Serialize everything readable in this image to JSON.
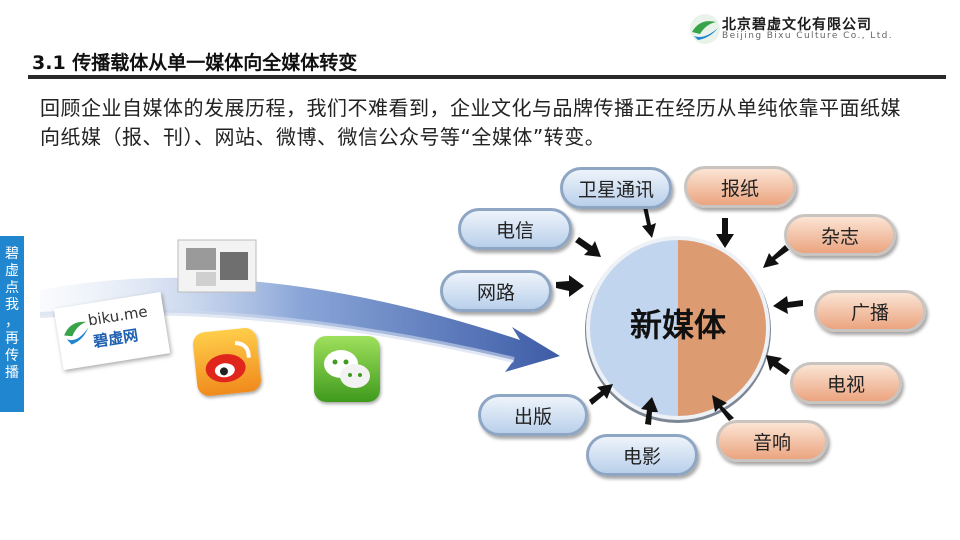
{
  "header": {
    "company_cn": "北京碧虚文化有限公司",
    "company_en": "Beijing Bixu Culture Co., Ltd.",
    "title": "3.1  传播载体从单一媒体向全媒体转变"
  },
  "intro": "回顾企业自媒体的发展历程，我们不难看到，企业文化与品牌传播正在经历从单纯依靠平面纸媒向纸媒（报、刊）、网站、微博、微信公众号等“全媒体”转变。",
  "side_tab": [
    "碧",
    "虚",
    "点",
    "我",
    "，",
    "再",
    "传",
    "播"
  ],
  "hub": {
    "label": "新媒体"
  },
  "biku_card": {
    "en": "biku.me",
    "cn": "碧虚网"
  },
  "media_blue": [
    "卫星通讯",
    "电信",
    "网路",
    "出版",
    "电影"
  ],
  "media_orange": [
    "报纸",
    "杂志",
    "广播",
    "电视",
    "音响"
  ],
  "colors": {
    "blue": "#b9d0ea",
    "orange": "#eba47f",
    "accent": "#1f86cf",
    "arrow": "#4a67a8"
  }
}
